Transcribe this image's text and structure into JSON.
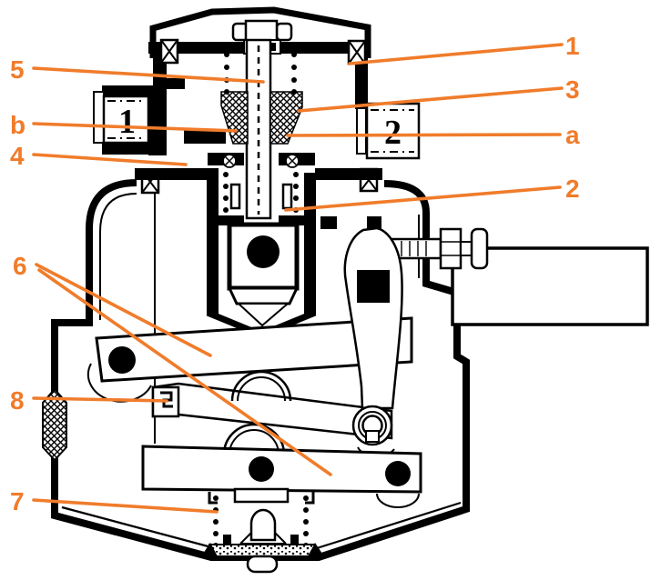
{
  "figure": {
    "background": "#FFFFFF",
    "ink_color": "#000000",
    "accent_color": "#F07C2B"
  },
  "ports": {
    "inlet": "1",
    "outlet": "2"
  },
  "callouts": {
    "c1": "1",
    "c2": "2",
    "c3": "3",
    "c4": "4",
    "c5": "5",
    "c6": "6",
    "c7": "7",
    "c8": "8",
    "ca": "a",
    "cb": "b"
  }
}
